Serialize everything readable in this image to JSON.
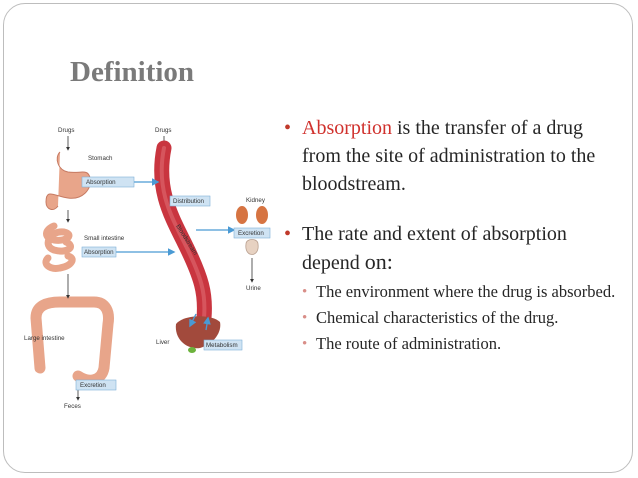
{
  "slide": {
    "title": "Definition",
    "bullets": [
      {
        "highlight": "Absorption",
        "text": " is the transfer of a drug from the site of administration to the bloodstream."
      },
      {
        "text_before": "The rate and extent of absorption depend ",
        "text_emph": "on:"
      }
    ],
    "sub_bullets": [
      "The environment where the drug is absorbed.",
      "Chemical characteristics of the drug.",
      "The route of administration."
    ]
  },
  "diagram": {
    "labels": {
      "drugs_left": "Drugs",
      "drugs_mid": "Drugs",
      "stomach": "Stomach",
      "absorption_1": "Absorption",
      "distribution": "Distribution",
      "kidney": "Kidney",
      "small_intestine": "Small intestine",
      "absorption_2": "Absorption",
      "excretion_right": "Excretion",
      "bloodstream": "Bloodstream",
      "urine": "Urine",
      "large_intestine": "Large intestine",
      "liver": "Liver",
      "metabolism": "Metabolism",
      "excretion_bottom": "Excretion",
      "feces": "Feces"
    },
    "colors": {
      "organ": "#e8a58a",
      "blood_vessel": "#c9353f",
      "arrow": "#4a9ad4",
      "label_box": "#cfe3f3"
    }
  }
}
